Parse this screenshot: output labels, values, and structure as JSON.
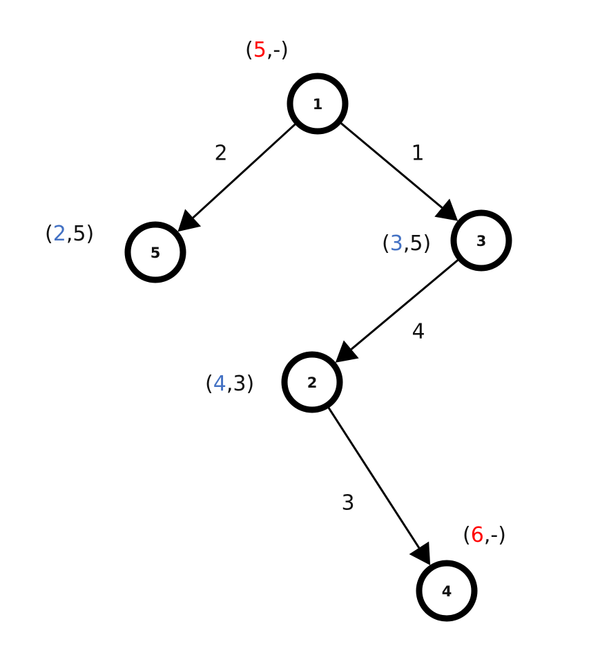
{
  "diagram": {
    "type": "tree",
    "colors": {
      "red": "#ff0000",
      "blue": "#4472c4",
      "black": "#111111"
    },
    "nodes": [
      {
        "id": "1",
        "label": "1",
        "annotation": {
          "first": "5",
          "first_color": "red",
          "second": "-"
        }
      },
      {
        "id": "5",
        "label": "5",
        "annotation": {
          "first": "2",
          "first_color": "blue",
          "second": "5"
        }
      },
      {
        "id": "3",
        "label": "3",
        "annotation": {
          "first": "3",
          "first_color": "blue",
          "second": "5"
        }
      },
      {
        "id": "2",
        "label": "2",
        "annotation": {
          "first": "4",
          "first_color": "blue",
          "second": "3"
        }
      },
      {
        "id": "4",
        "label": "4",
        "annotation": {
          "first": "6",
          "first_color": "red",
          "second": "-"
        }
      }
    ],
    "edges": [
      {
        "from": "1",
        "to": "5",
        "weight": "2"
      },
      {
        "from": "1",
        "to": "3",
        "weight": "1"
      },
      {
        "from": "3",
        "to": "2",
        "weight": "4"
      },
      {
        "from": "2",
        "to": "4",
        "weight": "3"
      }
    ]
  }
}
